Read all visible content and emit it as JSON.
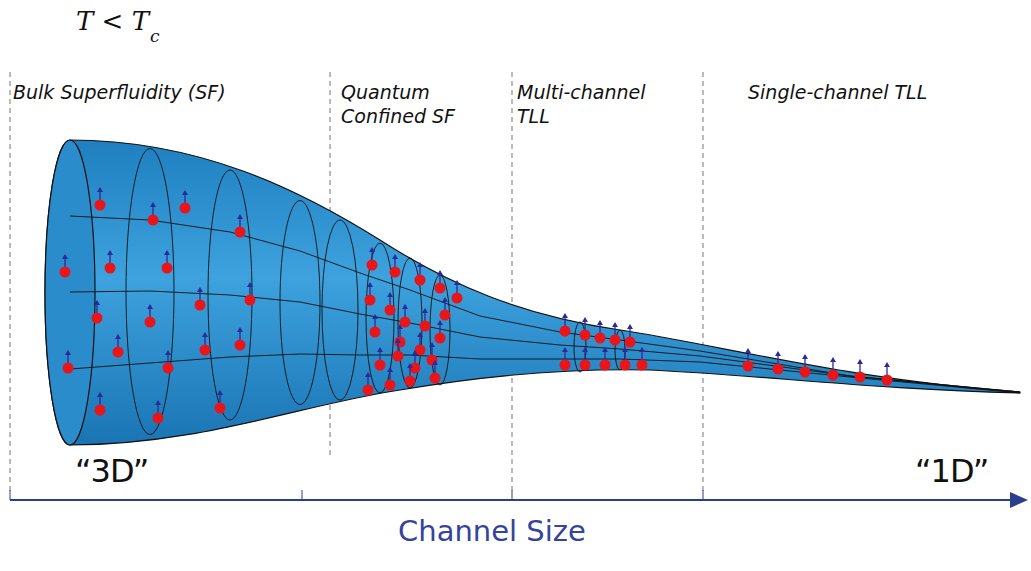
{
  "diagram": {
    "labels": [
      "T < T",
      "c",
      "Bulk Superfluidity (SF)",
      "Quantum Confined SF",
      "Multi-channel TLL",
      "Single-channel TLL",
      "“3D”",
      "“1D”",
      "Channel Size"
    ]
  }
}
